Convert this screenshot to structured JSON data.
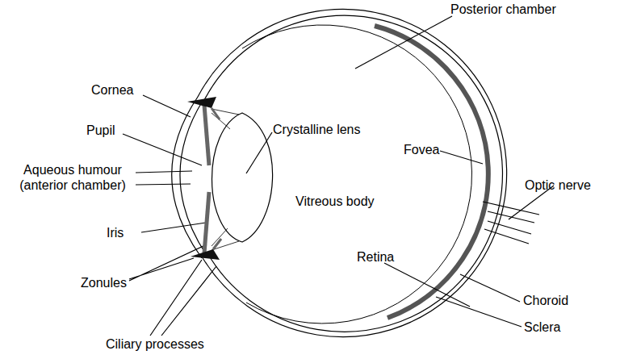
{
  "diagram": {
    "labels": [
      "Posterior chamber",
      "Cornea",
      "Crystalline lens",
      "Pupil",
      "Fovea",
      "Aqueous humour (anterior chamber)",
      "Optic nerve",
      "Vitreous body",
      "Iris",
      "Retina",
      "Zonules",
      "Choroid",
      "Sclera",
      "Ciliary processes"
    ]
  }
}
